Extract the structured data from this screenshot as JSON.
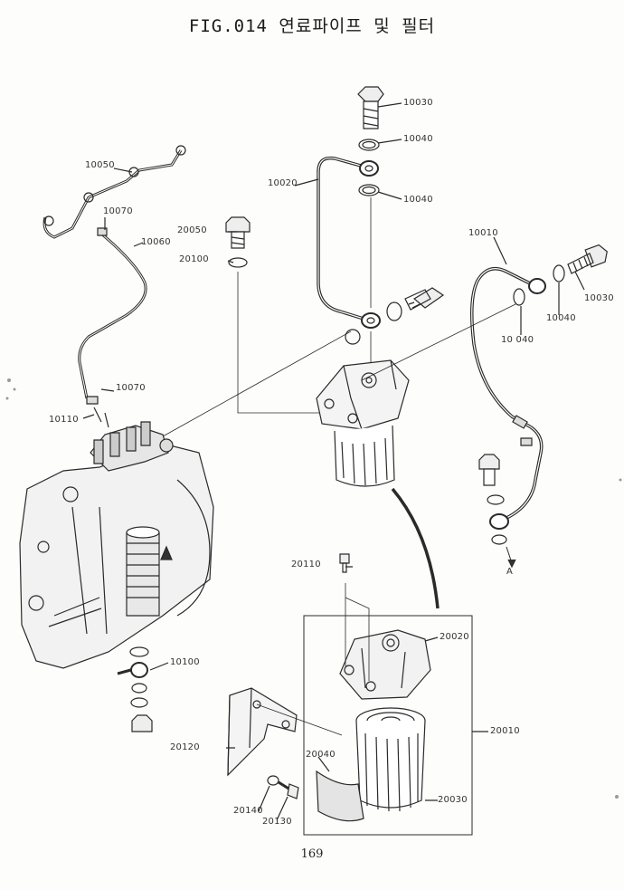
{
  "title": "FIG.014 연료파이프 및 필터",
  "page_number": "169",
  "labels": {
    "p10030_top": "10030",
    "p10040_a": "10040",
    "p10020": "10020",
    "p10040_b": "10040",
    "p10050": "10050",
    "p10070_top": "10070",
    "p10060": "10060",
    "p20050": "20050",
    "p20100": "20100",
    "p10010": "10010",
    "p10030_right": "10030",
    "p10040_c": "10040",
    "p10040_d": "10 040",
    "p10070_bottom": "10070",
    "p10110": "10110",
    "arrow_a": "A",
    "p20110": "20110",
    "p20020": "20020",
    "p10100": "10100",
    "p20010": "20010",
    "p20120": "20120",
    "p20040": "20040",
    "p20030": "20030",
    "p20140": "20140",
    "p20130": "20130"
  }
}
